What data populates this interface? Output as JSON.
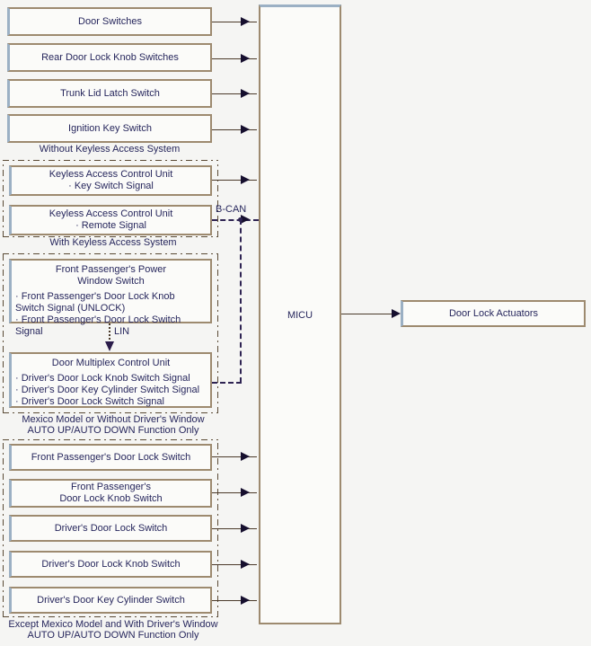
{
  "diagram": {
    "title": "Door Lock System Block Diagram",
    "colors": {
      "background": "#f5f5f3",
      "box_fill": "#fbfbf9",
      "box_border": "#9d8a6f",
      "box_edge_accent": "#9bb0c4",
      "text": "#26265c",
      "wire": "#4b3a2a",
      "arrow": "#160f2e",
      "group_border": "#5a4a35"
    }
  },
  "inputs_without_keyless": [
    {
      "label": "Door Switches"
    },
    {
      "label": "Rear Door Lock Knob Switches"
    },
    {
      "label": "Trunk Lid Latch Switch"
    },
    {
      "label": "Ignition Key Switch"
    }
  ],
  "captions": {
    "without_keyless": "Without Keyless Access System",
    "with_keyless": "With Keyless Access System",
    "mexico_model": "Mexico Model or Without Driver's Window\nAUTO UP/AUTO DOWN Function Only",
    "except_mexico": "Except Mexico Model and With Driver's Window\nAUTO UP/AUTO DOWN Function Only"
  },
  "keyless_group": [
    {
      "title": "Keyless Access Control Unit",
      "sub": "· Key Switch Signal"
    },
    {
      "title": "Keyless Access Control Unit",
      "sub": "· Remote Signal"
    }
  ],
  "multiplex_group": {
    "power_window_switch": {
      "title": "Front Passenger's Power\nWindow Switch",
      "bullets": "· Front Passenger's Door Lock Knob\nSwitch Signal (UNLOCK)\n· Front Passenger's Door Lock Switch Signal"
    },
    "lin_label": "LIN",
    "door_multiplex_unit": {
      "title": "Door Multiplex Control Unit",
      "bullets": "· Driver's Door Lock Knob Switch Signal\n· Driver's Door Key Cylinder Switch Signal\n· Driver's Door Lock Switch Signal"
    }
  },
  "switch_group": [
    {
      "label": "Front Passenger's Door Lock Switch"
    },
    {
      "label": "Front Passenger's\nDoor Lock Knob Switch"
    },
    {
      "label": "Driver's Door Lock Switch"
    },
    {
      "label": "Driver's Door Lock Knob Switch"
    },
    {
      "label": "Driver's Door Key Cylinder Switch"
    }
  ],
  "bus": {
    "b_can_label": "B-CAN"
  },
  "micu": {
    "label": "MICU"
  },
  "output": {
    "label": "Door Lock Actuators"
  }
}
